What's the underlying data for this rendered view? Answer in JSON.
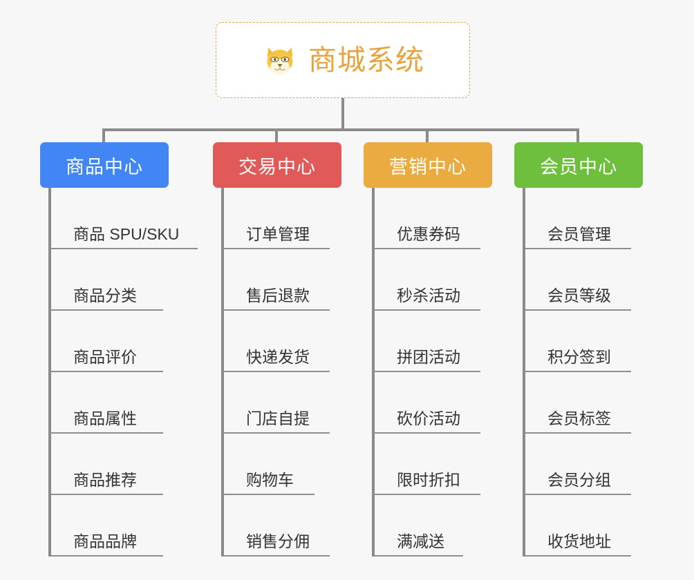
{
  "background_color": "#f7f7f7",
  "root": {
    "title": "商城系统",
    "icon": "shiba-dog-face-icon",
    "text_color": "#e8a33d",
    "border_color": "#e8a33d",
    "background_color": "#ffffff"
  },
  "line_color": "#8a8a8a",
  "leaf_text_color": "#333333",
  "columns": [
    {
      "label": "商品中心",
      "color": "#4285f4",
      "items": [
        {
          "label": "商品 SPU/SKU",
          "width": "wide"
        },
        {
          "label": "商品分类",
          "width": "narrow"
        },
        {
          "label": "商品评价",
          "width": "narrow"
        },
        {
          "label": "商品属性",
          "width": "narrow"
        },
        {
          "label": "商品推荐",
          "width": "narrow"
        },
        {
          "label": "商品品牌",
          "width": "narrow"
        }
      ]
    },
    {
      "label": "交易中心",
      "color": "#e05a5a",
      "items": [
        {
          "label": "订单管理",
          "width": "wide"
        },
        {
          "label": "售后退款",
          "width": "wide"
        },
        {
          "label": "快递发货",
          "width": "wide"
        },
        {
          "label": "门店自提",
          "width": "wide"
        },
        {
          "label": "购物车",
          "width": "narrow"
        },
        {
          "label": "销售分佣",
          "width": "wide"
        }
      ]
    },
    {
      "label": "营销中心",
      "color": "#eaab41",
      "items": [
        {
          "label": "优惠券码",
          "width": "wide"
        },
        {
          "label": "秒杀活动",
          "width": "wide"
        },
        {
          "label": "拼团活动",
          "width": "wide"
        },
        {
          "label": "砍价活动",
          "width": "wide"
        },
        {
          "label": "限时折扣",
          "width": "wide"
        },
        {
          "label": "满减送",
          "width": "narrow"
        }
      ]
    },
    {
      "label": "会员中心",
      "color": "#6fbf3f",
      "items": [
        {
          "label": "会员管理",
          "width": "wide"
        },
        {
          "label": "会员等级",
          "width": "wide"
        },
        {
          "label": "积分签到",
          "width": "wide"
        },
        {
          "label": "会员标签",
          "width": "wide"
        },
        {
          "label": "会员分组",
          "width": "wide"
        },
        {
          "label": "收货地址",
          "width": "wide"
        }
      ]
    }
  ]
}
